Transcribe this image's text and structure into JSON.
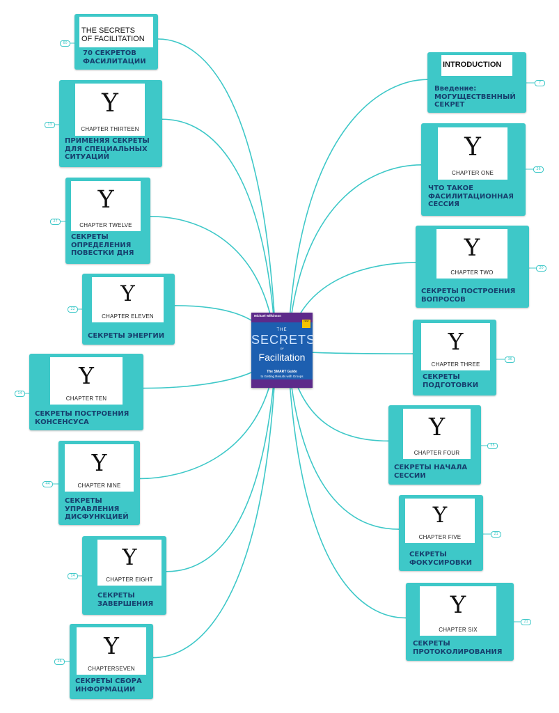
{
  "colors": {
    "node": "#3ec8c8",
    "line": "#3ec8c8",
    "label": "#16406e"
  },
  "center": {
    "author": "Michael Wilkinson",
    "badge": "NEW",
    "title_top": "THE",
    "title_main": "SECRETS",
    "title_of": "OF",
    "title_sub": "Facilitation",
    "subtitle1": "The SMART Guide",
    "subtitle2": "to Getting Results with Groups"
  },
  "topics": [
    {
      "id": "t0",
      "type": "secrets",
      "card_text": "THE SECRETS\nOF FACILITATION",
      "label": "70 СЕКРЕТОВ\nФАСИЛИТАЦИИ",
      "badge": "60"
    },
    {
      "id": "t1",
      "type": "chapter",
      "icon": "Y",
      "chapter": "CHAPTER THIRTEEN",
      "label": "ПРИМЕНЯЯ СЕКРЕТЫ\nДЛЯ СПЕЦИАЛЬНЫХ\nСИТУАЦИЙ",
      "badge": "13"
    },
    {
      "id": "t2",
      "type": "chapter",
      "icon": "Y",
      "chapter": "CHAPTER TWELVE",
      "label": "СЕКРЕТЫ\nОПРЕДЕЛЕНИЯ\nПОВЕСТКИ ДНЯ",
      "badge": "27"
    },
    {
      "id": "t3",
      "type": "chapter",
      "icon": "Y",
      "chapter": "CHAPTER ELEVEN",
      "label": "СЕКРЕТЫ ЭНЕРГИИ",
      "badge": "22"
    },
    {
      "id": "t4",
      "type": "chapter",
      "icon": "Y",
      "chapter": "CHAPTER TEN",
      "label": "СЕКРЕТЫ ПОСТРОЕНИЯ\nКОНСЕНСУСА",
      "badge": "14"
    },
    {
      "id": "t5",
      "type": "chapter",
      "icon": "Y",
      "chapter": "CHAPTER NINE",
      "label": "СЕКРЕТЫ\nУПРАВЛЕНИЯ\nДИСФУНКЦИЕЙ",
      "badge": "44"
    },
    {
      "id": "t6",
      "type": "chapter",
      "icon": "Y",
      "chapter": "CHAPTER EIGHT",
      "label": "СЕКРЕТЫ\nЗАВЕРШЕНИЯ",
      "badge": "14"
    },
    {
      "id": "t7",
      "type": "chapter",
      "icon": "Y",
      "chapter": "CHAPTERSEVEN",
      "label": "СЕКРЕТЫ СБОРА\nИНФОРМАЦИИ",
      "badge": "26"
    },
    {
      "id": "t8",
      "type": "intro",
      "card_text": "INTRODUCTION",
      "label": "Введение:\nМОГУЩЕСТВЕННЫЙ\nСЕКРЕТ",
      "badge": "7"
    },
    {
      "id": "t9",
      "type": "chapter",
      "icon": "Y",
      "chapter": "CHAPTER ONE",
      "label": " ЧТО ТАКОЕ\nФАСИЛИТАЦИОННАЯ\nСЕССИЯ",
      "badge": "26"
    },
    {
      "id": "t10",
      "type": "chapter",
      "icon": "Y",
      "chapter": "CHAPTER TWO",
      "label": "СЕКРЕТЫ ПОСТРОЕНИЯ\nВОПРОСОВ",
      "badge": "20"
    },
    {
      "id": "t11",
      "type": "chapter",
      "icon": "Y",
      "chapter": "CHAPTER THREE",
      "label": "СЕКРЕТЫ\nПОДГОТОВКИ",
      "badge": "36"
    },
    {
      "id": "t12",
      "type": "chapter",
      "icon": "Y",
      "chapter": "CHAPTER FOUR",
      "label": "СЕКРЕТЫ НАЧАЛА\nСЕССИИ",
      "badge": "55"
    },
    {
      "id": "t13",
      "type": "chapter",
      "icon": "Y",
      "chapter": "CHAPTER FIVE",
      "label": "СЕКРЕТЫ\nФОКУСИРОВКИ",
      "badge": "21"
    },
    {
      "id": "t14",
      "type": "chapter",
      "icon": "Y",
      "chapter": "CHAPTER SIX",
      "label": "СЕКРЕТЫ\nПРОТОКОЛИРОВАНИЯ",
      "badge": "21"
    }
  ]
}
